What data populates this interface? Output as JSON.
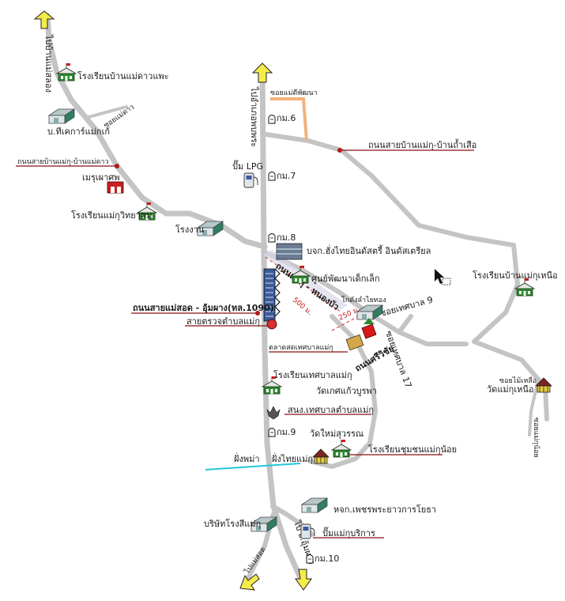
{
  "labels": {
    "road_north_left": "ไปบ้านแม่สลอง",
    "school_mae_dao": "โรงเรียนบ้านแม่ดาวแพะ",
    "small_road_1": "ซอยแม่ดาว",
    "car_care": "บ.ทีเคการ์แม่กเก้",
    "road_mae_ka_mae_dao": "ถนนสายบ้านแม่กุ-บ้านแม่ดาว",
    "fire_station": "เมรุเผาศพ",
    "school_wittayakom": "โรงเรียนแม่กุวิทยาคม",
    "factory": "โรงงาน",
    "road_north_main": "ไปอำเภอพบพระ",
    "km6": "กม.6",
    "soi_orange": "ซอยแม่ดีพัฒนา",
    "road_mae_ka_tham": "ถนนสายบ้านแม่กุ-บ้านถ้ำเสือ",
    "lpg": "ปั๊ม LPG",
    "km7": "กม.7",
    "km8": "กม.8",
    "company": "บจก.ฮั่งไทยอินดัสตรี้ อินดัสเตรียล",
    "childcare": "ศูนย์พัฒนาเด็กเล็ก",
    "school_mae_ka_nuea": "โรงเรียนบ้านแม่กุเหนือ",
    "road_nong_bua": "ถนนแม่กุ - หนองบัว",
    "dist_1": "500 ม.",
    "dist_2": "250 ม.",
    "market_hall": "โกดังลำไยทอง",
    "soi_9": "ซอยเทศบาล 9",
    "soi_17": "ซอยเทศบาล 17",
    "road_mae_sot": "ถนนสายแม่สอด - อุ้มผาง(ทล.1090)",
    "police": "สายตรวจตำบลแม่กุ",
    "market": "ตลาดสดเทศบาลแม่กุ",
    "road_sriwichai": "ถนนศรีวิชัย",
    "soi_wat": "ซอยไม้เหลือ",
    "wat_nuea": "วัดแม่กุเหนือ",
    "school_municipal": "โรงเรียนเทศบาลแม่กุ",
    "wat_kaew": "วัดเกศแก้วบูรพา",
    "municipal_office": "สนง.เทศบาลตำบลแม่กุ",
    "km9": "กม.9",
    "wat_mai": "วัดใหม่สุวรรณ",
    "school_mae_ka_noi": "โรงเรียนชุมชนแม่กุน้อย",
    "border": "ฝั่งพม่า",
    "border_2": "ฝั่งไทยแม่กุ",
    "soi_down": "ซอยแม่กุน้อย",
    "hq_phet": "หจก.เพชรพระยาวการโยธา",
    "company_mae_ka": "บริษัทโรงสีแม่กุ",
    "gas_station": "ปั๊มแม่กุบริการ",
    "road_down_left": "ไปแม่สอด",
    "road_down_right": "ไป อ.อุ้มผาง",
    "km10": "กม.10"
  },
  "colors": {
    "road": "#c4c4c4",
    "soi_orange": "#f2b27a",
    "marker": "#b81818",
    "border_line": "#22c8d8",
    "arrow_fill": "#f4ec4a",
    "building_blue": "#3a5a9a"
  },
  "icons": {
    "school": "school-icon",
    "warehouse": "warehouse-icon",
    "temple": "temple-icon",
    "gas_pump": "gas-pump-icon",
    "km_marker": "km-marker-icon",
    "government": "garuda-icon",
    "cursor": "cursor-icon"
  }
}
